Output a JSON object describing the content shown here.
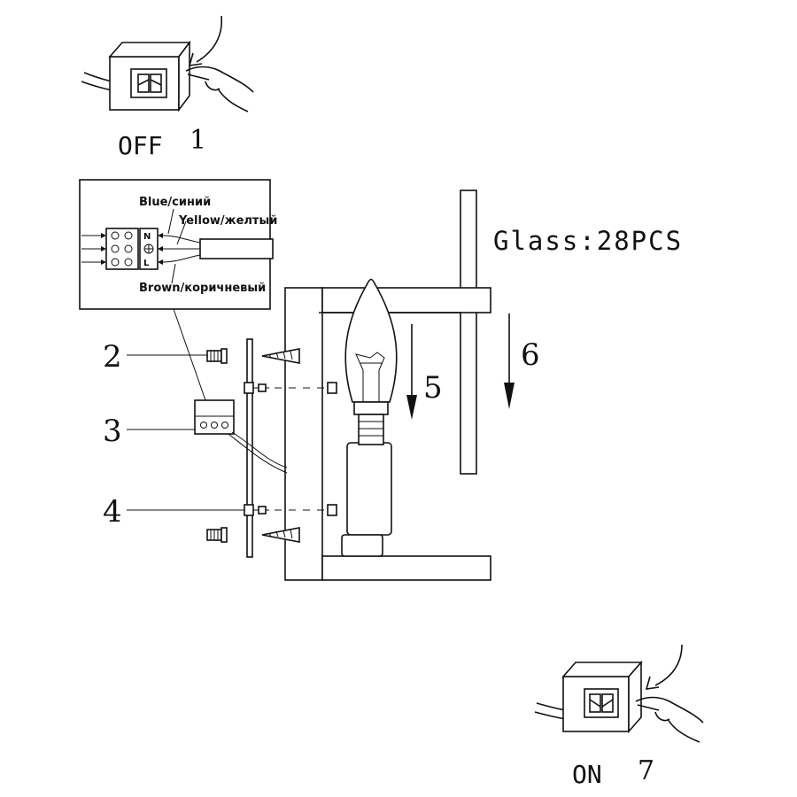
{
  "steps": {
    "off": {
      "word": "OFF",
      "number": "1"
    },
    "screw": "2",
    "connector": "3",
    "bolt": "4",
    "bulb": "5",
    "glass": "6",
    "on": {
      "word": "ON",
      "number": "7"
    }
  },
  "glass_note": "Glass:28PCS",
  "wiring": {
    "blue": "Blue/синий",
    "yellow": "Yellow/желтый",
    "brown": "Brown/коричневый",
    "terminal_n": "N",
    "terminal_l": "L"
  }
}
